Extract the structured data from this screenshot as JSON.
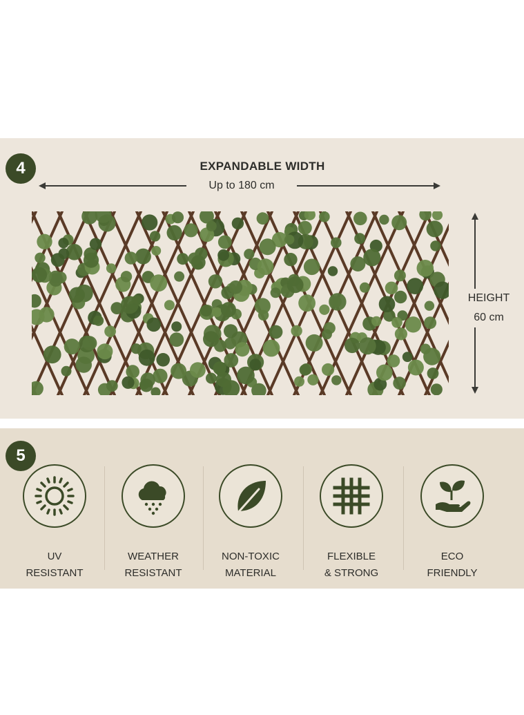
{
  "section_4": {
    "badge": "4",
    "width_title": "EXPANDABLE WIDTH",
    "width_value": "Up to 180 cm",
    "height_title": "HEIGHT",
    "height_value": "60 cm"
  },
  "section_5": {
    "badge": "5",
    "features": [
      {
        "icon": "sun-icon",
        "line1": "UV",
        "line2": "RESISTANT"
      },
      {
        "icon": "cloud-rain-icon",
        "line1": "WEATHER",
        "line2": "RESISTANT"
      },
      {
        "icon": "leaf-icon",
        "line1": "NON-TOXIC",
        "line2": "MATERIAL"
      },
      {
        "icon": "lattice-icon",
        "line1": "FLEXIBLE",
        "line2": "& STRONG"
      },
      {
        "icon": "hand-sprout-icon",
        "line1": "ECO",
        "line2": "FRIENDLY"
      }
    ]
  },
  "colors": {
    "accent": "#3b4a27",
    "panel_top": "#ede6dc",
    "panel_bottom": "#e6ddce",
    "text": "#2d2d2a",
    "wood": "#5a3a26",
    "leaf": "#4f6b34"
  }
}
